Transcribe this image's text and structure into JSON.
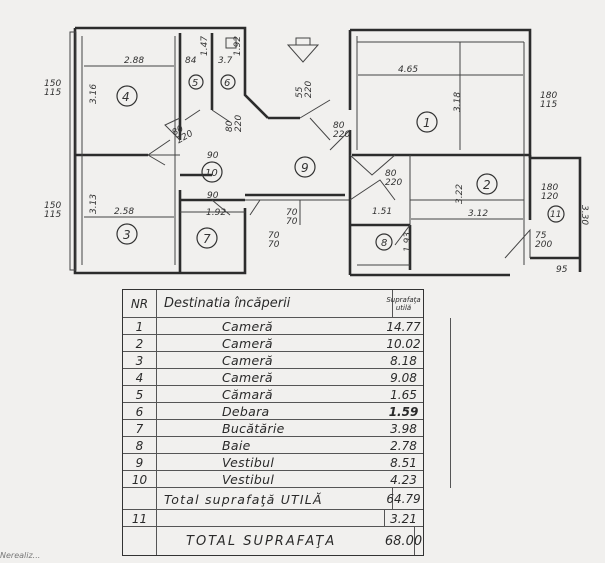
{
  "plan": {
    "rooms": [
      "4",
      "5",
      "6",
      "1",
      "2",
      "10",
      "9",
      "3",
      "7",
      "8",
      "11"
    ],
    "dimensions": {
      "r4_width": "2.88",
      "r4_height": "3.16",
      "r5_width": "1.47",
      "r6_width": "1.92",
      "r6_small": "3.7",
      "r5_small": "84",
      "left_win_1": "150\n115",
      "left_win_2": "150\n115",
      "r3_height": "3.13",
      "r3_width": "2.58",
      "hall_width": "90",
      "hall_width_2": "90",
      "r7_width": "1.92",
      "entry_door": "55\n220",
      "r9_door": "80\n220",
      "r10_door": "80\n220",
      "r10_door_b": "80\n220",
      "r7_door": "70\n70",
      "r7_door_b": "70\n70",
      "r1_width": "4.65",
      "r1_height": "3.18",
      "r1_win": "180\n115",
      "r2_door": "80\n220",
      "r2_width": "3.12",
      "r2_height": "3.22",
      "r2_win": "180\n120",
      "r8_width": "1.51",
      "r8_height": "1.93",
      "r11_door": "75\n200",
      "r11_small": "95",
      "r11_height": "3.30"
    }
  },
  "table": {
    "header": {
      "nr": "NR",
      "name": "Destinatia încăperii",
      "area": "Suprafaţa utilă"
    },
    "rows": [
      {
        "nr": "1",
        "name": "Cameră",
        "area": "14.77"
      },
      {
        "nr": "2",
        "name": "Cameră",
        "area": "10.02"
      },
      {
        "nr": "3",
        "name": "Cameră",
        "area": "8.18"
      },
      {
        "nr": "4",
        "name": "Cameră",
        "area": "9.08"
      },
      {
        "nr": "5",
        "name": "Cămară",
        "area": "1.65"
      },
      {
        "nr": "6",
        "name": "Debara",
        "area": "1.59"
      },
      {
        "nr": "7",
        "name": "Bucătărie",
        "area": "3.98"
      },
      {
        "nr": "8",
        "name": "Baie",
        "area": "2.78"
      },
      {
        "nr": "9",
        "name": "Vestibul",
        "area": "8.51"
      },
      {
        "nr": "10",
        "name": "Vestibul",
        "area": "4.23"
      }
    ],
    "total_util": {
      "label": "Total suprafaţă UTILĂ",
      "area": "64.79"
    },
    "row11": {
      "nr": "11",
      "area": "3.21"
    },
    "total": {
      "label": "TOTAL SUPRAFAŢA",
      "area": "68.00"
    }
  },
  "footnote": "Nerealiz..."
}
